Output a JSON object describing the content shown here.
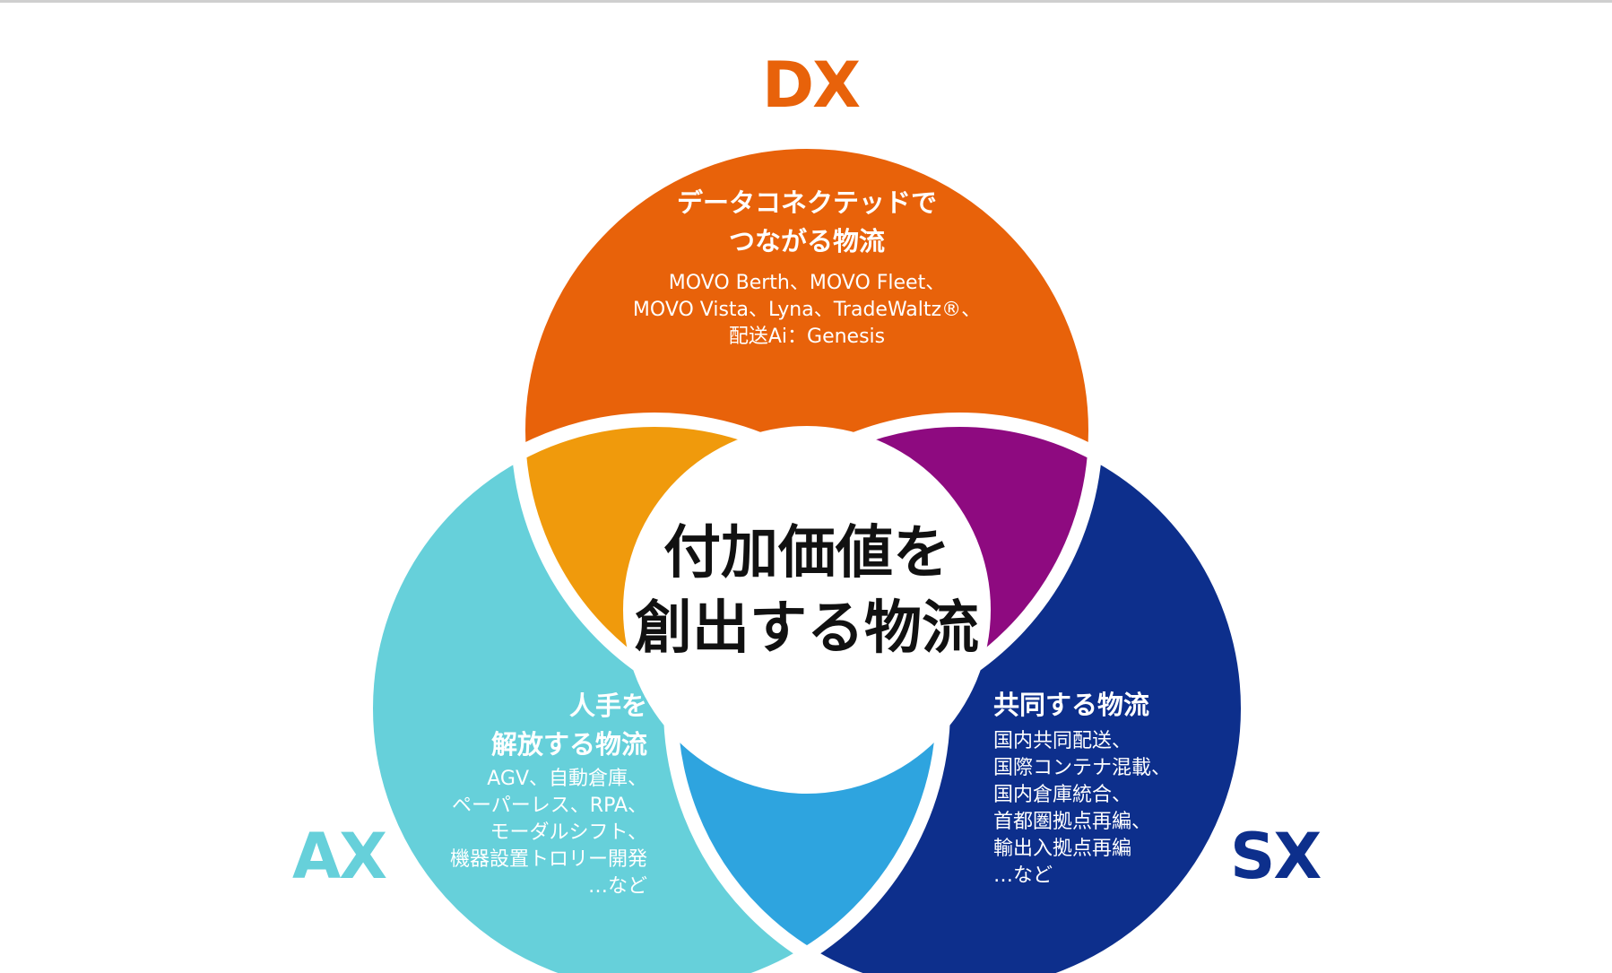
{
  "colors": {
    "dx": "#e8620a",
    "ax": "#66d0da",
    "sx": "#0d2f8c",
    "dx_ax_overlap": "#f09a0c",
    "dx_sx_overlap": "#8e0a80",
    "ax_sx_overlap": "#2ea4df",
    "center": "#ffffff",
    "separator": "#ffffff"
  },
  "dx": {
    "label": "DX",
    "heading": [
      "データコネクテッドで",
      "つながる物流"
    ],
    "items": [
      "MOVO Berth、MOVO Fleet、",
      "MOVO Vista、Lyna、TradeWaltz®、",
      "配送Ai：Genesis"
    ]
  },
  "ax": {
    "label": "AX",
    "heading": [
      "人手を",
      "解放する物流"
    ],
    "items": [
      "AGV、自動倉庫、",
      "ペーパーレス、RPA、",
      "モーダルシフト、",
      "機器設置トロリー開発",
      "…など"
    ]
  },
  "sx": {
    "label": "SX",
    "heading": [
      "共同する物流"
    ],
    "items": [
      "国内共同配送、",
      "国際コンテナ混載、",
      "国内倉庫統合、",
      "首都圏拠点再編、",
      "輸出入拠点再編",
      "…など"
    ]
  },
  "center": {
    "title": [
      "付加価値を",
      "創出する物流"
    ]
  }
}
